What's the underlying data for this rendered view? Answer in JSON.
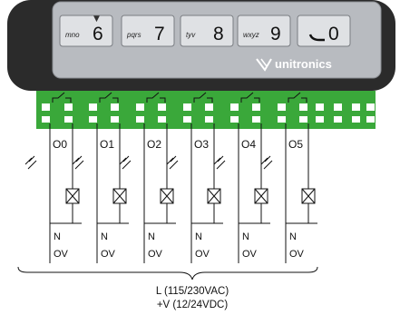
{
  "keypad": {
    "keys": [
      {
        "letters": "mno",
        "digit": "6",
        "marker": "▼"
      },
      {
        "letters": "pqrs",
        "digit": "7",
        "marker": ""
      },
      {
        "letters": "tyv",
        "digit": "8",
        "marker": ""
      },
      {
        "letters": "wxyz",
        "digit": "9",
        "marker": ""
      },
      {
        "letters": "",
        "digit": "0",
        "marker": ""
      }
    ],
    "brand": "unitronics"
  },
  "outputs": [
    {
      "label": "O0",
      "neutral": "N",
      "zero": "OV"
    },
    {
      "label": "O1",
      "neutral": "N",
      "zero": "OV"
    },
    {
      "label": "O2",
      "neutral": "N",
      "zero": "OV"
    },
    {
      "label": "O3",
      "neutral": "N",
      "zero": "OV"
    },
    {
      "label": "O4",
      "neutral": "N",
      "zero": "OV"
    },
    {
      "label": "O5",
      "neutral": "N",
      "zero": "OV"
    }
  ],
  "supply": {
    "line1": "L (115/230VAC)",
    "line2": "+V (12/24VDC)"
  },
  "colors": {
    "device_body": "#2b2b2b",
    "keypad_panel": "#b8bbc0",
    "key_face": "#dfe1e4",
    "terminal_block": "#3aa83a",
    "terminal_slot": "#ffffff",
    "wire": "#111111"
  }
}
